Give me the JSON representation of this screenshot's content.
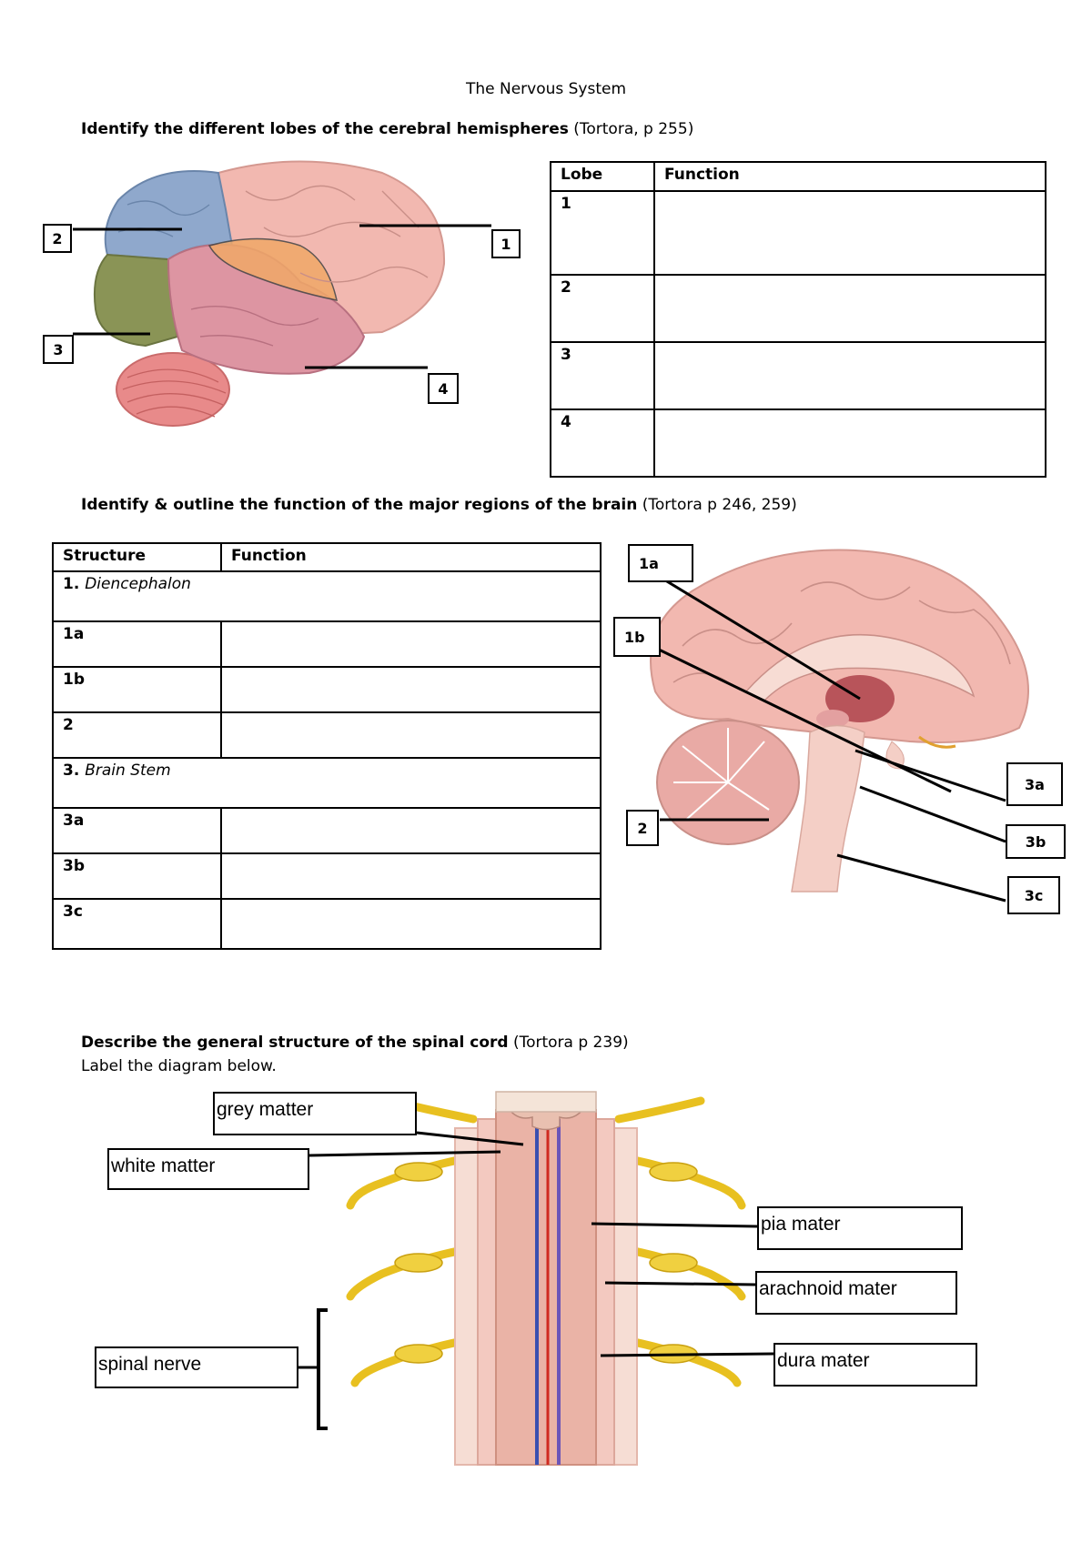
{
  "title": "The Nervous System",
  "section1": {
    "heading_bold": "Identify the different lobes of the cerebral hemispheres",
    "heading_ref": " (Tortora, p 255)",
    "diagram_labels": [
      "1",
      "2",
      "3",
      "4"
    ],
    "table": {
      "headers": [
        "Lobe",
        "Function"
      ],
      "rows": [
        "1",
        "2",
        "3",
        "4"
      ]
    }
  },
  "section2": {
    "heading_bold": "Identify & outline the function of the major regions of the brain",
    "heading_ref": " (Tortora p 246, 259)",
    "table": {
      "headers": [
        "Structure",
        "Function"
      ],
      "group1_num": "1. ",
      "group1_name": "Diencephalon",
      "rows_a": [
        "1a",
        "1b",
        "2"
      ],
      "group3_num": "3. ",
      "group3_name": "Brain Stem",
      "rows_b": [
        "3a",
        "3b",
        "3c"
      ]
    },
    "diagram_labels": {
      "l1a": "1a",
      "l1b": "1b",
      "l2": "2",
      "l3a": "3a",
      "l3b": "3b",
      "l3c": "3c"
    }
  },
  "section3": {
    "heading_bold": "Describe the general structure of the spinal cord",
    "heading_ref": " (Tortora p 239)",
    "subheading": "Label the diagram below.",
    "labels": {
      "grey": "grey matter",
      "white": "white matter",
      "pia": "pia mater",
      "arachnoid": "arachnoid mater",
      "spinal_nerve": "spinal nerve",
      "dura": "dura mater"
    }
  }
}
